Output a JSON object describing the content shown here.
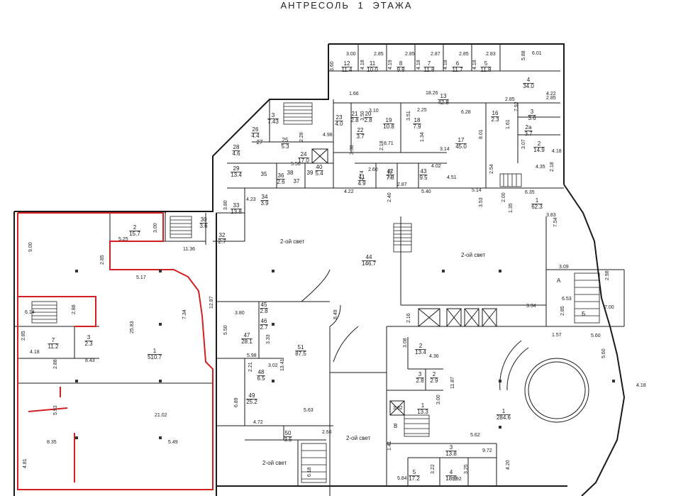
{
  "title": "АНТРЕСОЛЬ  1  ЭТАЖА",
  "rooms": [
    {
      "id": "r12",
      "num": "12",
      "area": "11.4"
    },
    {
      "id": "r11",
      "num": "11",
      "area": "10.0"
    },
    {
      "id": "r8",
      "num": "8",
      "area": "9.8"
    },
    {
      "id": "r7u",
      "num": "7",
      "area": "11.8"
    },
    {
      "id": "r6u",
      "num": "6",
      "area": "11.7"
    },
    {
      "id": "r5u",
      "num": "5",
      "area": "11.8"
    },
    {
      "id": "r4u",
      "num": "4",
      "area": "34.0"
    },
    {
      "id": "r13",
      "num": "13",
      "area": "42.8"
    },
    {
      "id": "r3u",
      "num": "3",
      "area": "7.43"
    },
    {
      "id": "r23",
      "num": "23",
      "area": "4.0"
    },
    {
      "id": "r21",
      "num": "21",
      "area": "2.8"
    },
    {
      "id": "r20",
      "num": "20",
      "area": "2.8"
    },
    {
      "id": "r22",
      "num": "22",
      "area": "3.7"
    },
    {
      "id": "r19",
      "num": "19",
      "area": "10.8"
    },
    {
      "id": "r18",
      "num": "18",
      "area": "7.9"
    },
    {
      "id": "r17",
      "num": "17",
      "area": "45.0"
    },
    {
      "id": "r16",
      "num": "16",
      "area": "2.3"
    },
    {
      "id": "r3r",
      "num": "3",
      "area": "3.6"
    },
    {
      "id": "r2a",
      "num": "2a",
      "area": "3.7"
    },
    {
      "id": "r2r",
      "num": "2",
      "area": "14.9"
    },
    {
      "id": "r26",
      "num": "26",
      "area": "4.4"
    },
    {
      "id": "r28",
      "num": "28",
      "area": "4.6"
    },
    {
      "id": "r27",
      "num": "27",
      "area": ""
    },
    {
      "id": "r25",
      "num": "25",
      "area": "5.3"
    },
    {
      "id": "r24",
      "num": "24",
      "area": "17.0"
    },
    {
      "id": "r40",
      "num": "40",
      "area": "5.4"
    },
    {
      "id": "r41",
      "num": "41",
      "area": "4.9"
    },
    {
      "id": "r42",
      "num": "42",
      "area": "7.8"
    },
    {
      "id": "r43",
      "num": "43",
      "area": "9.5"
    },
    {
      "id": "r29",
      "num": "29",
      "area": "13.4"
    },
    {
      "id": "r35",
      "num": "35",
      "area": ""
    },
    {
      "id": "r36",
      "num": "36",
      "area": "2.6"
    },
    {
      "id": "r37",
      "num": "37",
      "area": ""
    },
    {
      "id": "r38",
      "num": "38",
      "area": ""
    },
    {
      "id": "r39",
      "num": "39",
      "area": ""
    },
    {
      "id": "r34",
      "num": "34",
      "area": "3.9"
    },
    {
      "id": "r33",
      "num": "33",
      "area": "13.8"
    },
    {
      "id": "r2l",
      "num": "2",
      "area": "15.7"
    },
    {
      "id": "r30",
      "num": "30",
      "area": "3.6"
    },
    {
      "id": "r32",
      "num": "32",
      "area": "2.7"
    },
    {
      "id": "r1r",
      "num": "1",
      "area": "62.3"
    },
    {
      "id": "r44",
      "num": "44",
      "area": "146.7"
    },
    {
      "id": "r45",
      "num": "45",
      "area": "2.8"
    },
    {
      "id": "r46",
      "num": "46",
      "area": "2.7"
    },
    {
      "id": "r47",
      "num": "47",
      "area": "28.1"
    },
    {
      "id": "r51",
      "num": "51",
      "area": "87.5"
    },
    {
      "id": "r48",
      "num": "48",
      "area": "6.5"
    },
    {
      "id": "r49",
      "num": "49",
      "area": "25.2"
    },
    {
      "id": "r50",
      "num": "50",
      "area": "3.5"
    },
    {
      "id": "r1l",
      "num": "1",
      "area": "510.7"
    },
    {
      "id": "r7l",
      "num": "7",
      "area": "11.2"
    },
    {
      "id": "r3l",
      "num": "3",
      "area": "2.3"
    },
    {
      "id": "r2m",
      "num": "2",
      "area": "13.4"
    },
    {
      "id": "r3m",
      "num": "3",
      "area": "2.8"
    },
    {
      "id": "r2mm",
      "num": "2",
      "area": "2.9"
    },
    {
      "id": "r1m",
      "num": "1",
      "area": "13.3"
    },
    {
      "id": "r1big",
      "num": "1",
      "area": "284.6"
    },
    {
      "id": "r3b",
      "num": "3",
      "area": "13.8"
    },
    {
      "id": "r5b",
      "num": "5",
      "area": "17.2"
    },
    {
      "id": "r4b",
      "num": "4",
      "area": "18.8"
    }
  ],
  "labels": {
    "light1": "2-ой свет",
    "light2": "2-ой свет",
    "light3": "2-ой свет",
    "light4": "2-ой свет",
    "A": "А",
    "B": "Б",
    "V": "В"
  },
  "dims": [
    "3.00",
    "2.85",
    "2.85",
    "2.87",
    "2.85",
    "2.83",
    "6.01",
    "3.60",
    "4.18",
    "4.19",
    "4.18",
    "4.18",
    "4.18",
    "5.88",
    "1.66",
    "18.26",
    "4.22",
    "2.85",
    "6.28",
    "2.85",
    "7.92",
    "1.61",
    "3.10",
    "2.25",
    "3.50",
    "3.51",
    "8.01",
    "4.98",
    "2.28",
    "8.71",
    "2.18",
    "1.34",
    "3.14",
    "3.07",
    "4.18",
    "4.35",
    "2.18",
    "5.56",
    "3.38",
    "2.60",
    "4.02",
    "2.74",
    "2.75",
    "2.54",
    "4.51",
    "4.23",
    "4.22",
    "2.87",
    "5.40",
    "5.14",
    "6.35",
    "2.00",
    "3.53",
    "1.35",
    "3.83",
    "7.54",
    "3.80",
    "2.40",
    "5.25",
    "3.00",
    "11.36",
    "9.00",
    "2.85",
    "5.17",
    "3.09",
    "6.53",
    "2.98",
    "7.00",
    "3.34",
    "2.85",
    "1.57",
    "5.60",
    "12.87",
    "3.80",
    "8.49",
    "2.16",
    "7.34",
    "6.14",
    "2.88",
    "2.85",
    "25.83",
    "4.18",
    "8.43",
    "5.50",
    "3.33",
    "5.98",
    "3.08",
    "4.36",
    "13.41",
    "3.02",
    "2.21",
    "6.89",
    "4.72",
    "2.88",
    "5.93",
    "21.02",
    "8.35",
    "5.49",
    "5.63",
    "2.66",
    "3.82",
    "3.00",
    "11.87",
    "5.62",
    "9.72",
    "1.41",
    "4.81",
    "6.18",
    "5.84",
    "3.22",
    "5.92",
    "3.25",
    "4.20",
    "5.60",
    "4.18"
  ]
}
